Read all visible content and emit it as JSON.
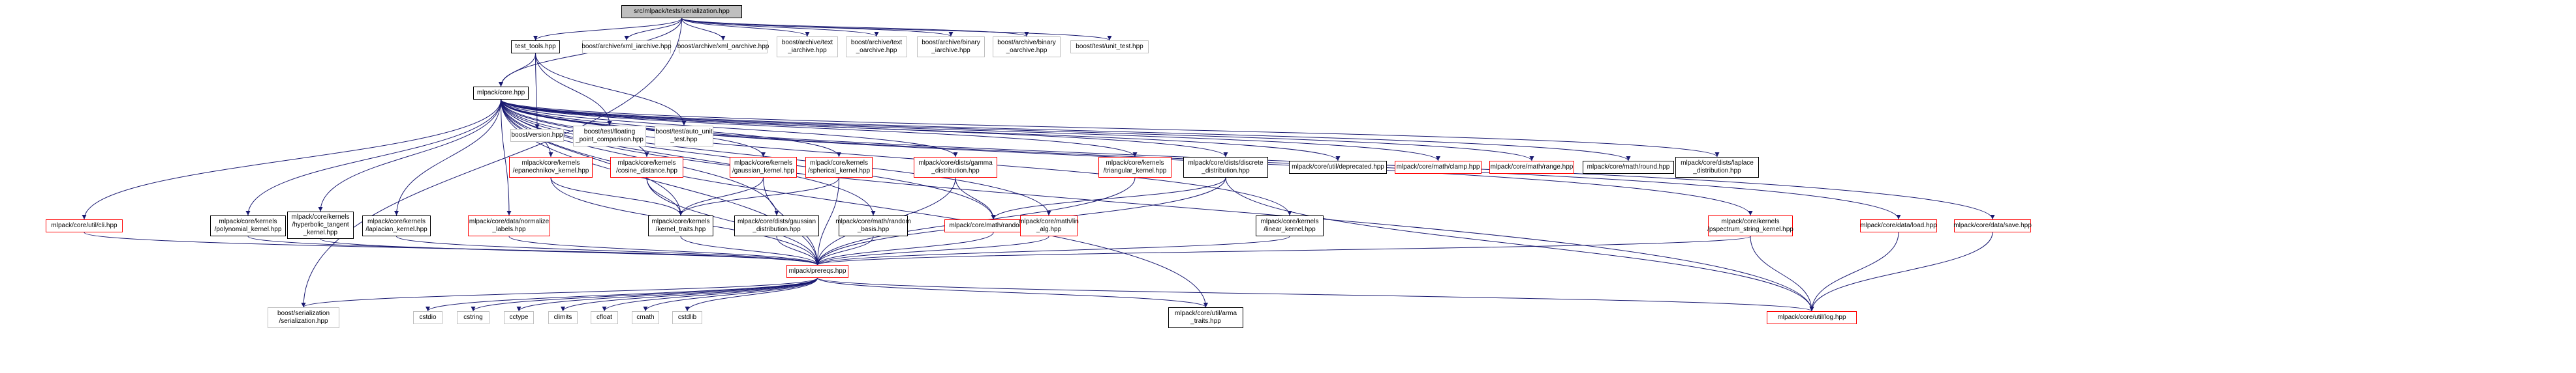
{
  "diagram": {
    "type": "include-dependency-graph",
    "edge_color": "#191970",
    "node_border_colors": {
      "black": "#000000",
      "red": "#ff0000",
      "gray": "#bfbfbf"
    },
    "root_fill": "#bfbfbf",
    "nodes": [
      {
        "id": "root",
        "lines": [
          "src/mlpack/tests/serialization.hpp"
        ],
        "style": "root"
      },
      {
        "id": "test_tools",
        "lines": [
          "test_tools.hpp"
        ],
        "style": "black"
      },
      {
        "id": "xml_iarchive",
        "lines": [
          "boost/archive/xml_iarchive.hpp"
        ],
        "style": "gray"
      },
      {
        "id": "xml_oarchive",
        "lines": [
          "boost/archive/xml_oarchive.hpp"
        ],
        "style": "gray"
      },
      {
        "id": "text_iarchive",
        "lines": [
          "boost/archive/text",
          "_iarchive.hpp"
        ],
        "style": "gray"
      },
      {
        "id": "text_oarchive",
        "lines": [
          "boost/archive/text",
          "_oarchive.hpp"
        ],
        "style": "gray"
      },
      {
        "id": "binary_iarchive",
        "lines": [
          "boost/archive/binary",
          "_iarchive.hpp"
        ],
        "style": "gray"
      },
      {
        "id": "binary_oarchive",
        "lines": [
          "boost/archive/binary",
          "_oarchive.hpp"
        ],
        "style": "gray"
      },
      {
        "id": "unit_test",
        "lines": [
          "boost/test/unit_test.hpp"
        ],
        "style": "gray"
      },
      {
        "id": "core",
        "lines": [
          "mlpack/core.hpp"
        ],
        "style": "black"
      },
      {
        "id": "version",
        "lines": [
          "boost/version.hpp"
        ],
        "style": "gray"
      },
      {
        "id": "floating",
        "lines": [
          "boost/test/floating",
          "_point_comparison.hpp"
        ],
        "style": "gray"
      },
      {
        "id": "auto_unit",
        "lines": [
          "boost/test/auto_unit",
          "_test.hpp"
        ],
        "style": "gray"
      },
      {
        "id": "cli",
        "lines": [
          "mlpack/core/util/cli.hpp"
        ],
        "style": "red"
      },
      {
        "id": "polynomial",
        "lines": [
          "mlpack/core/kernels",
          "/polynomial_kernel.hpp"
        ],
        "style": "black"
      },
      {
        "id": "hyperbolic",
        "lines": [
          "mlpack/core/kernels",
          "/hyperbolic_tangent",
          "_kernel.hpp"
        ],
        "style": "black"
      },
      {
        "id": "laplacian",
        "lines": [
          "mlpack/core/kernels",
          "/laplacian_kernel.hpp"
        ],
        "style": "black"
      },
      {
        "id": "normalize",
        "lines": [
          "mlpack/core/data/normalize",
          "_labels.hpp"
        ],
        "style": "red"
      },
      {
        "id": "epanechnikov",
        "lines": [
          "mlpack/core/kernels",
          "/epanechnikov_kernel.hpp"
        ],
        "style": "red"
      },
      {
        "id": "cosine",
        "lines": [
          "mlpack/core/kernels",
          "/cosine_distance.hpp"
        ],
        "style": "red"
      },
      {
        "id": "kernel_traits",
        "lines": [
          "mlpack/core/kernels",
          "/kernel_traits.hpp"
        ],
        "style": "black"
      },
      {
        "id": "gaussian",
        "lines": [
          "mlpack/core/kernels",
          "/gaussian_kernel.hpp"
        ],
        "style": "red"
      },
      {
        "id": "spherical",
        "lines": [
          "mlpack/core/kernels",
          "/spherical_kernel.hpp"
        ],
        "style": "red"
      },
      {
        "id": "gaussian_dist",
        "lines": [
          "mlpack/core/dists/gaussian",
          "_distribution.hpp"
        ],
        "style": "black"
      },
      {
        "id": "random_basis",
        "lines": [
          "mlpack/core/math/random",
          "_basis.hpp"
        ],
        "style": "black"
      },
      {
        "id": "gamma",
        "lines": [
          "mlpack/core/dists/gamma",
          "_distribution.hpp"
        ],
        "style": "red"
      },
      {
        "id": "random",
        "lines": [
          "mlpack/core/math/random.hpp"
        ],
        "style": "red"
      },
      {
        "id": "lin_alg",
        "lines": [
          "mlpack/core/math/lin",
          "_alg.hpp"
        ],
        "style": "red"
      },
      {
        "id": "triangular",
        "lines": [
          "mlpack/core/kernels",
          "/triangular_kernel.hpp"
        ],
        "style": "red"
      },
      {
        "id": "discrete",
        "lines": [
          "mlpack/core/dists/discrete",
          "_distribution.hpp"
        ],
        "style": "black"
      },
      {
        "id": "linear",
        "lines": [
          "mlpack/core/kernels",
          "/linear_kernel.hpp"
        ],
        "style": "black"
      },
      {
        "id": "deprecated",
        "lines": [
          "mlpack/core/util/deprecated.hpp"
        ],
        "style": "black"
      },
      {
        "id": "clamp",
        "lines": [
          "mlpack/core/math/clamp.hpp"
        ],
        "style": "red"
      },
      {
        "id": "range",
        "lines": [
          "mlpack/core/math/range.hpp"
        ],
        "style": "red"
      },
      {
        "id": "round",
        "lines": [
          "mlpack/core/math/round.hpp"
        ],
        "style": "black"
      },
      {
        "id": "laplace",
        "lines": [
          "mlpack/core/dists/laplace",
          "_distribution.hpp"
        ],
        "style": "black"
      },
      {
        "id": "pspectrum",
        "lines": [
          "mlpack/core/kernels",
          "/pspectrum_string_kernel.hpp"
        ],
        "style": "red"
      },
      {
        "id": "load",
        "lines": [
          "mlpack/core/data/load.hpp"
        ],
        "style": "red"
      },
      {
        "id": "save",
        "lines": [
          "mlpack/core/data/save.hpp"
        ],
        "style": "red"
      },
      {
        "id": "prereqs",
        "lines": [
          "mlpack/prereqs.hpp"
        ],
        "style": "red"
      },
      {
        "id": "serialization",
        "lines": [
          "boost/serialization",
          "/serialization.hpp"
        ],
        "style": "gray"
      },
      {
        "id": "cstdio",
        "lines": [
          "cstdio"
        ],
        "style": "gray"
      },
      {
        "id": "cstring",
        "lines": [
          "cstring"
        ],
        "style": "gray"
      },
      {
        "id": "cctype",
        "lines": [
          "cctype"
        ],
        "style": "gray"
      },
      {
        "id": "climits",
        "lines": [
          "climits"
        ],
        "style": "gray"
      },
      {
        "id": "cfloat",
        "lines": [
          "cfloat"
        ],
        "style": "gray"
      },
      {
        "id": "cmath",
        "lines": [
          "cmath"
        ],
        "style": "gray"
      },
      {
        "id": "cstdlib",
        "lines": [
          "cstdlib"
        ],
        "style": "gray"
      },
      {
        "id": "arma_traits",
        "lines": [
          "mlpack/core/util/arma",
          "_traits.hpp"
        ],
        "style": "black"
      },
      {
        "id": "log",
        "lines": [
          "mlpack/core/util/log.hpp"
        ],
        "style": "red"
      }
    ],
    "edges": [
      [
        "root",
        "test_tools"
      ],
      [
        "root",
        "xml_iarchive"
      ],
      [
        "root",
        "xml_oarchive"
      ],
      [
        "root",
        "text_iarchive"
      ],
      [
        "root",
        "text_oarchive"
      ],
      [
        "root",
        "binary_iarchive"
      ],
      [
        "root",
        "binary_oarchive"
      ],
      [
        "root",
        "unit_test"
      ],
      [
        "root",
        "core"
      ],
      [
        "root",
        "serialization"
      ],
      [
        "test_tools",
        "core"
      ],
      [
        "test_tools",
        "version"
      ],
      [
        "test_tools",
        "floating"
      ],
      [
        "test_tools",
        "auto_unit"
      ],
      [
        "core",
        "cli"
      ],
      [
        "core",
        "polynomial"
      ],
      [
        "core",
        "hyperbolic"
      ],
      [
        "core",
        "laplacian"
      ],
      [
        "core",
        "normalize"
      ],
      [
        "core",
        "epanechnikov"
      ],
      [
        "core",
        "cosine"
      ],
      [
        "core",
        "kernel_traits"
      ],
      [
        "core",
        "gaussian"
      ],
      [
        "core",
        "spherical"
      ],
      [
        "core",
        "gaussian_dist"
      ],
      [
        "core",
        "random_basis"
      ],
      [
        "core",
        "gamma"
      ],
      [
        "core",
        "random"
      ],
      [
        "core",
        "lin_alg"
      ],
      [
        "core",
        "triangular"
      ],
      [
        "core",
        "discrete"
      ],
      [
        "core",
        "linear"
      ],
      [
        "core",
        "deprecated"
      ],
      [
        "core",
        "clamp"
      ],
      [
        "core",
        "range"
      ],
      [
        "core",
        "round"
      ],
      [
        "core",
        "laplace"
      ],
      [
        "core",
        "pspectrum"
      ],
      [
        "core",
        "load"
      ],
      [
        "core",
        "save"
      ],
      [
        "core",
        "prereqs"
      ],
      [
        "core",
        "arma_traits"
      ],
      [
        "core",
        "log"
      ],
      [
        "cli",
        "prereqs"
      ],
      [
        "polynomial",
        "prereqs"
      ],
      [
        "hyperbolic",
        "prereqs"
      ],
      [
        "laplacian",
        "prereqs"
      ],
      [
        "normalize",
        "prereqs"
      ],
      [
        "epanechnikov",
        "kernel_traits"
      ],
      [
        "epanechnikov",
        "prereqs"
      ],
      [
        "cosine",
        "kernel_traits"
      ],
      [
        "cosine",
        "prereqs"
      ],
      [
        "kernel_traits",
        "prereqs"
      ],
      [
        "gaussian",
        "kernel_traits"
      ],
      [
        "gaussian",
        "prereqs"
      ],
      [
        "spherical",
        "kernel_traits"
      ],
      [
        "spherical",
        "prereqs"
      ],
      [
        "gaussian_dist",
        "prereqs"
      ],
      [
        "random_basis",
        "prereqs"
      ],
      [
        "gamma",
        "random"
      ],
      [
        "gamma",
        "prereqs"
      ],
      [
        "random",
        "prereqs"
      ],
      [
        "lin_alg",
        "prereqs"
      ],
      [
        "triangular",
        "prereqs"
      ],
      [
        "discrete",
        "random"
      ],
      [
        "discrete",
        "prereqs"
      ],
      [
        "discrete",
        "log"
      ],
      [
        "linear",
        "prereqs"
      ],
      [
        "pspectrum",
        "prereqs"
      ],
      [
        "pspectrum",
        "log"
      ],
      [
        "load",
        "log"
      ],
      [
        "save",
        "log"
      ],
      [
        "prereqs",
        "serialization"
      ],
      [
        "prereqs",
        "cstdio"
      ],
      [
        "prereqs",
        "cstring"
      ],
      [
        "prereqs",
        "cctype"
      ],
      [
        "prereqs",
        "climits"
      ],
      [
        "prereqs",
        "cfloat"
      ],
      [
        "prereqs",
        "cmath"
      ],
      [
        "prereqs",
        "cstdlib"
      ],
      [
        "prereqs",
        "arma_traits"
      ],
      [
        "prereqs",
        "log"
      ]
    ]
  }
}
